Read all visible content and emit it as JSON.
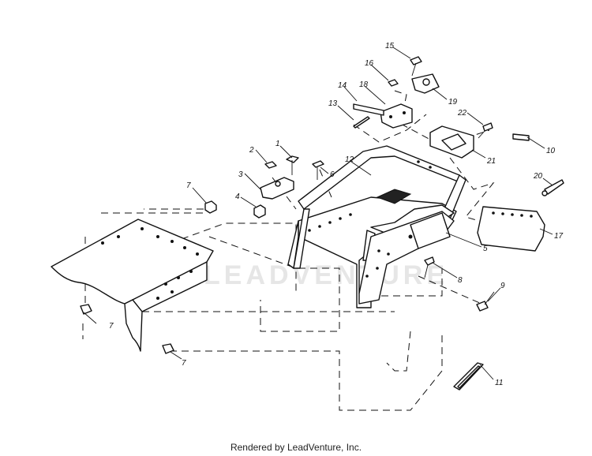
{
  "diagram": {
    "watermark": "LEADVENTURE",
    "footer": "Rendered by LeadVenture, Inc.",
    "callouts": [
      {
        "id": "1",
        "label": "1"
      },
      {
        "id": "2",
        "label": "2"
      },
      {
        "id": "3",
        "label": "3"
      },
      {
        "id": "4",
        "label": "4"
      },
      {
        "id": "5",
        "label": "5"
      },
      {
        "id": "6",
        "label": "6"
      },
      {
        "id": "7a",
        "label": "7"
      },
      {
        "id": "7b",
        "label": "7"
      },
      {
        "id": "7c",
        "label": "7"
      },
      {
        "id": "8",
        "label": "8"
      },
      {
        "id": "9",
        "label": "9"
      },
      {
        "id": "10",
        "label": "10"
      },
      {
        "id": "11",
        "label": "11"
      },
      {
        "id": "12",
        "label": "12"
      },
      {
        "id": "13",
        "label": "13"
      },
      {
        "id": "14",
        "label": "14"
      },
      {
        "id": "15",
        "label": "15"
      },
      {
        "id": "16",
        "label": "16"
      },
      {
        "id": "17",
        "label": "17"
      },
      {
        "id": "18",
        "label": "18"
      },
      {
        "id": "19",
        "label": "19"
      },
      {
        "id": "20",
        "label": "20"
      },
      {
        "id": "21",
        "label": "21"
      },
      {
        "id": "22",
        "label": "22"
      }
    ]
  }
}
